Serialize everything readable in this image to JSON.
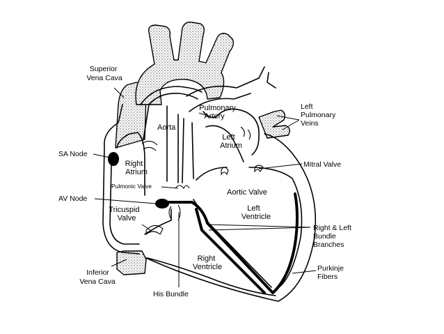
{
  "labels": {
    "superior_vena_cava": [
      "Superior",
      "Vena Cava"
    ],
    "sa_node": "SA Node",
    "aorta": "Aorta",
    "pulmonary_artery": [
      "Pulmonary",
      "Artery"
    ],
    "left_pulmonary_veins": [
      "Left",
      "Pulmonary",
      "Veins"
    ],
    "left_atrium": [
      "Left",
      "Atrium"
    ],
    "right_atrium": [
      "Right",
      "Atrium"
    ],
    "mitral_valve": "Mitral Valve",
    "pulmonic_valve": "Pulmonic Valve",
    "av_node": "AV Node",
    "aortic_valve": "Aortic Valve",
    "tricuspid_valve": [
      "Tricuspid",
      "Valve"
    ],
    "left_ventricle": [
      "Left",
      "Ventricle"
    ],
    "right_left_bundle_branches": [
      "Right & Left",
      "Bundle",
      "Branches"
    ],
    "right_ventricle": [
      "Right",
      "Ventricle"
    ],
    "purkinje_fibers": [
      "Purkinje",
      "Fibers"
    ],
    "inferior_vena_cava": [
      "Inferior",
      "Vena Cava"
    ],
    "his_bundle": "His Bundle"
  },
  "colors": {
    "line": "#000000",
    "background": "#ffffff",
    "vessel_fill": "#d9d9d9"
  }
}
